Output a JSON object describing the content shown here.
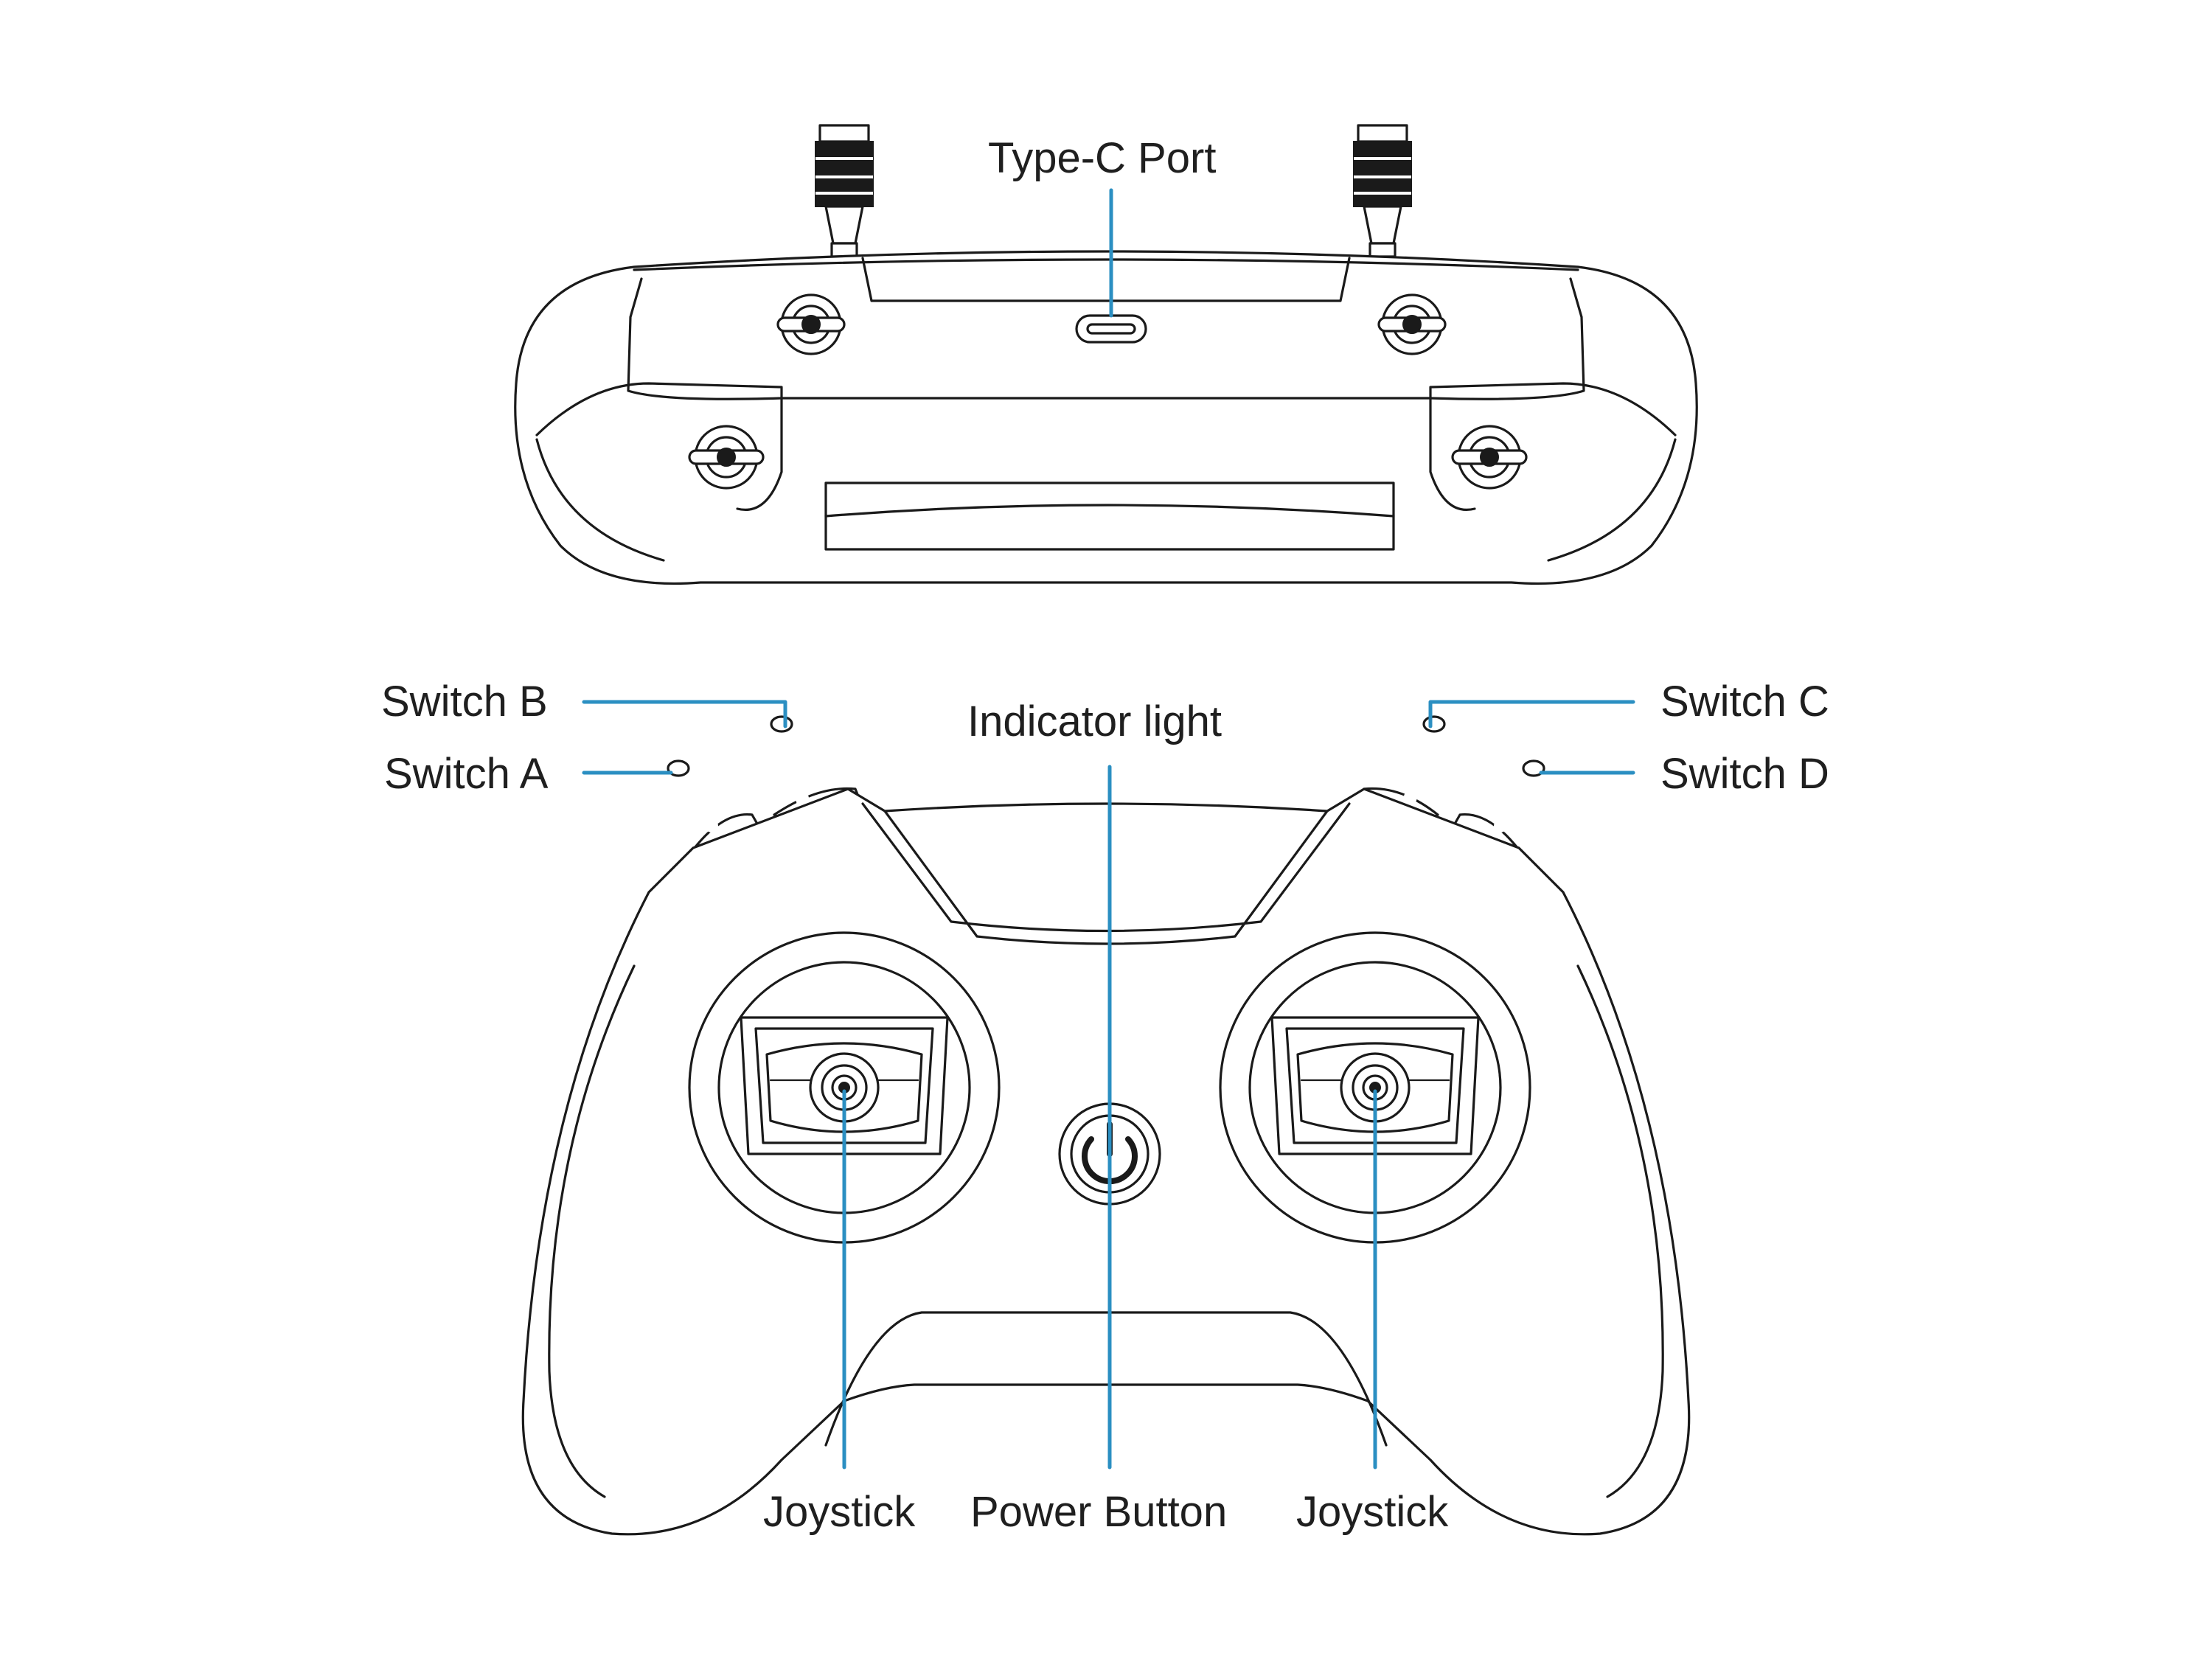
{
  "labels": {
    "type_c_port": "Type-C Port",
    "switch_a": "Switch A",
    "switch_b": "Switch B",
    "switch_c": "Switch C",
    "switch_d": "Switch D",
    "indicator_light": "Indicator light",
    "joystick_left": "Joystick",
    "power_button": "Power Button",
    "joystick_right": "Joystick"
  },
  "colors": {
    "leader_line": "#2b8fc2",
    "outline": "#1a1a1a",
    "background": "#ffffff"
  }
}
